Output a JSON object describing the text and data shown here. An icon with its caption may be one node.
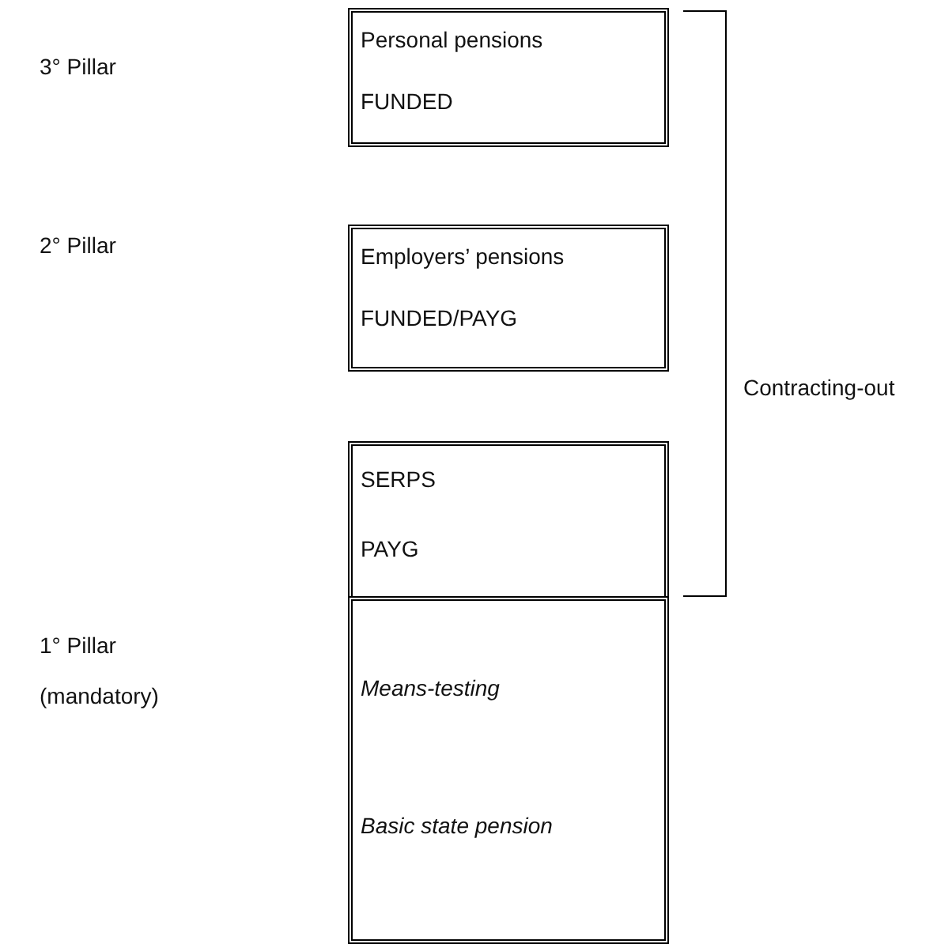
{
  "diagram": {
    "nodes": [
      {
        "text": [
          "Personal pensions",
          "FUNDED"
        ]
      },
      {
        "text": [
          "Employers’ pensions",
          "FUNDED/PAYG"
        ]
      },
      {
        "text": [
          "SERPS",
          "PAYG"
        ]
      },
      {
        "text": [
          "Means-testing",
          "Basic state pension"
        ]
      }
    ],
    "edges": [],
    "labels": [
      "3° Pillar",
      "2° Pillar",
      "Contracting-out",
      "1° Pillar (mandatory)"
    ]
  }
}
